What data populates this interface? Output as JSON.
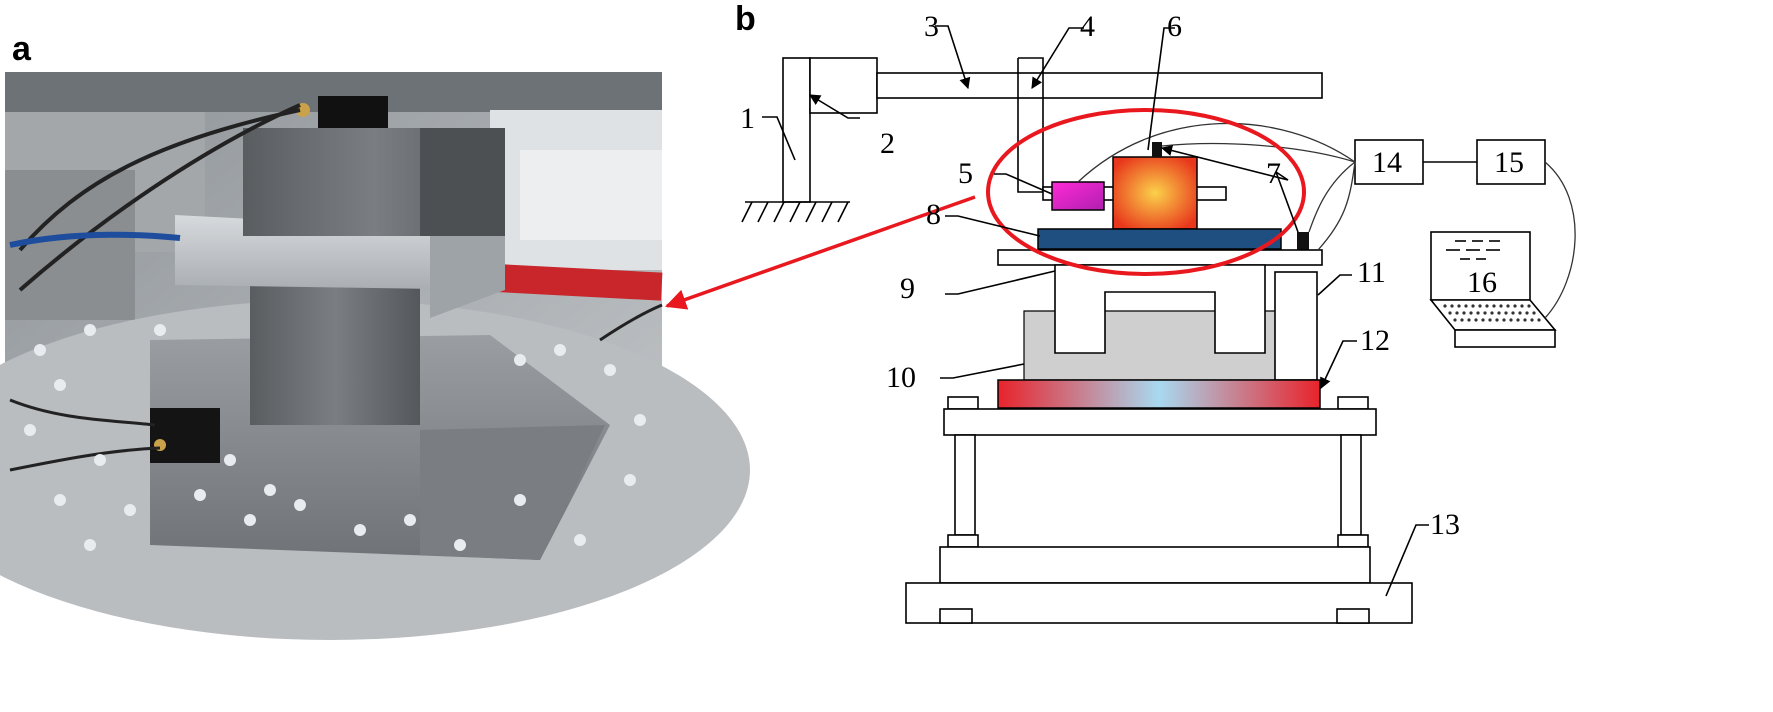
{
  "panels": {
    "a": "a",
    "b": "b"
  },
  "labels": [
    "1",
    "2",
    "3",
    "4",
    "5",
    "6",
    "7",
    "8",
    "9",
    "10",
    "11",
    "12",
    "13",
    "14",
    "15",
    "16"
  ],
  "colors": {
    "highlight_ellipse": "#e8181e",
    "arrow": "#e8181e",
    "plate_blue": "#1f4f80",
    "accel_magenta": "#e81fd6",
    "heater_orange": "#f59a2a",
    "heater_red": "#e8371c",
    "grey_block": "#cfcfcf",
    "cold_center": "#a8d9f0"
  },
  "icons": {
    "photo": "photo-of-test-specimen-on-shaking-table",
    "computer": "laptop-computer-icon"
  }
}
